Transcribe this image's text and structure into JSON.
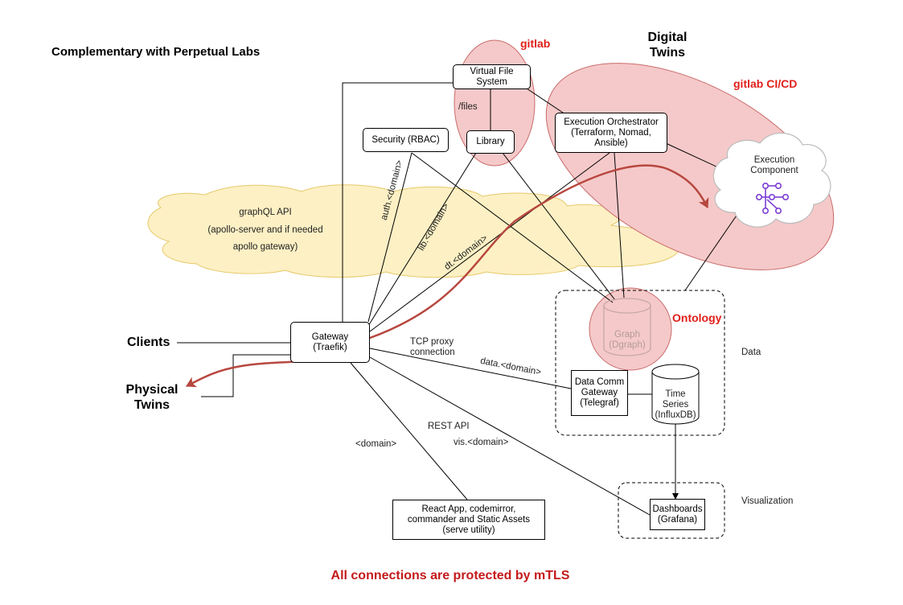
{
  "title": "Complementary with Perpetual Labs",
  "footer": "All connections are protected by mTLS",
  "colors": {
    "red_text": "#e0201b",
    "footer_red": "#c41a1a",
    "pink_fill": "#f5c9c9",
    "pink_stroke": "#c96b6b",
    "cloud_fill": "#fdf0c4",
    "cloud_stroke": "#e6c96b",
    "flow_arrow": "#b7473f",
    "network_icon": "#7b3fd4"
  },
  "regions": {
    "gitlab": "gitlab",
    "gitlab_cicd": "gitlab CI/CD",
    "digital_twins": "Digital\nTwins",
    "ontology": "Ontology",
    "data": "Data",
    "visualization": "Visualization"
  },
  "external": {
    "clients": "Clients",
    "physical_twins": "Physical\nTwins"
  },
  "cloud": {
    "line1": "graphQL API",
    "line2": "(apollo-server and if needed",
    "line3": "apollo gateway)"
  },
  "nodes": {
    "virtual_file_system": "Virtual File\nSystem",
    "library": "Library",
    "security": "Security (RBAC)",
    "execution_orchestrator": "Execution Orchestrator\n(Terraform, Nomad,\nAnsible)",
    "execution_component": "Execution\nComponent",
    "gateway": "Gateway\n(Traefik)",
    "graph": "Graph\n(Dgraph)",
    "data_comm_gateway": "Data Comm\nGateway\n(Telegraf)",
    "time_series": "Time\nSeries\n(InfluxDB)",
    "dashboards": "Dashboards\n(Grafana)",
    "react_app": "React App, codemirror,\ncommander and Static Assets\n(serve utility)"
  },
  "edge_labels": {
    "files": "/files",
    "auth": "auth.<domain>",
    "lib": "lib.<domain>",
    "dt": "dt.<domain>",
    "tcp_proxy": "TCP proxy\nconnection",
    "data_domain": "data.<domain>",
    "rest_api": "REST API",
    "domain": "<domain>",
    "vis_domain": "vis.<domain>"
  }
}
